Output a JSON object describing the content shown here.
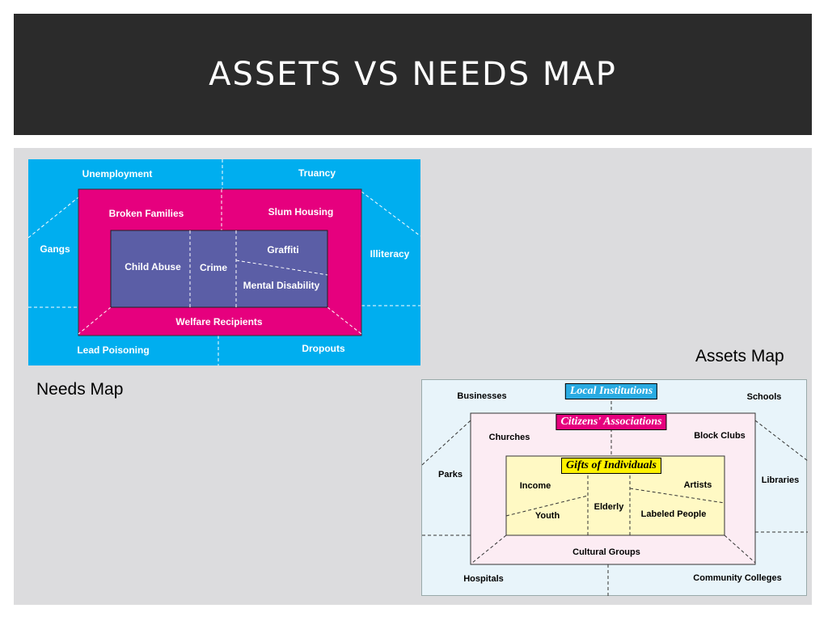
{
  "slide": {
    "title": "ASSETS VS NEEDS MAP"
  },
  "captions": {
    "needs": "Needs Map",
    "assets": "Assets Map"
  },
  "needs_map": {
    "colors": {
      "outer": "#00aeef",
      "middle": "#e6007e",
      "inner": "#5b5ea6",
      "text": "#ffffff"
    },
    "outer_labels": {
      "unemployment": "Unemployment",
      "truancy": "Truancy",
      "gangs": "Gangs",
      "illiteracy": "Illiteracy",
      "lead_poisoning": "Lead Poisoning",
      "dropouts": "Dropouts"
    },
    "middle_labels": {
      "broken_families": "Broken Families",
      "slum_housing": "Slum Housing",
      "welfare_recipients": "Welfare Recipients"
    },
    "inner_labels": {
      "child_abuse": "Child Abuse",
      "crime": "Crime",
      "graffiti": "Graffiti",
      "mental_disability": "Mental Disability"
    }
  },
  "assets_map": {
    "colors": {
      "outer": "#e8f4fa",
      "middle": "#fcecf3",
      "inner": "#fff9c4",
      "local_box": "#29abe2",
      "citizens_box": "#e6007e",
      "gifts_box": "#fff200"
    },
    "box_titles": {
      "local": "Local Institutions",
      "citizens": "Citizens' Associations",
      "gifts": "Gifts of Individuals"
    },
    "outer_labels": {
      "businesses": "Businesses",
      "schools": "Schools",
      "parks": "Parks",
      "libraries": "Libraries",
      "hospitals": "Hospitals",
      "community_colleges": "Community Colleges"
    },
    "middle_labels": {
      "churches": "Churches",
      "block_clubs": "Block Clubs",
      "cultural_groups": "Cultural Groups"
    },
    "inner_labels": {
      "income": "Income",
      "artists": "Artists",
      "elderly": "Elderly",
      "youth": "Youth",
      "labeled_people": "Labeled People"
    }
  }
}
